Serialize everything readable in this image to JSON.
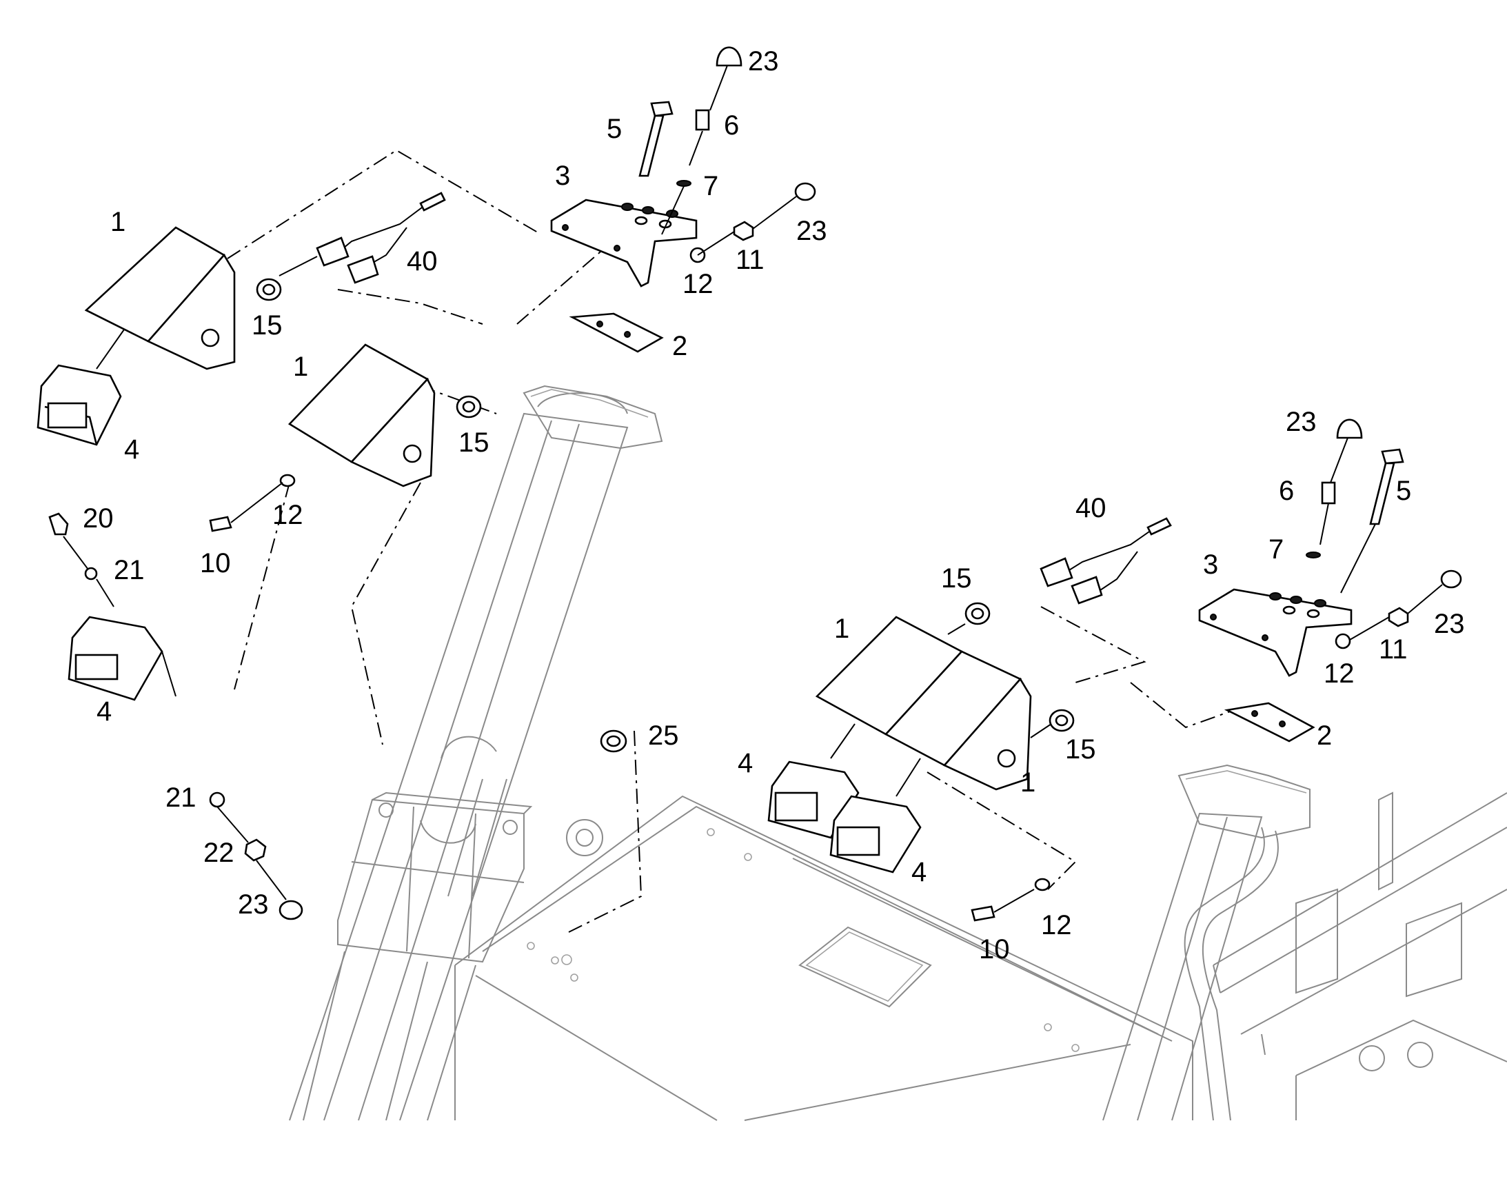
{
  "labels": {
    "l_23a": "23",
    "l_5a": "5",
    "l_6a": "6",
    "l_3a": "3",
    "l_7a": "7",
    "l_23b": "23",
    "l_11a": "11",
    "l_12a": "12",
    "l_2a": "2",
    "l_1a": "1",
    "l_15a": "15",
    "l_40a": "40",
    "l_4a": "4",
    "l_1b": "1",
    "l_15b": "15",
    "l_12b": "12",
    "l_10a": "10",
    "l_20": "20",
    "l_21a": "21",
    "l_4b": "4",
    "l_21b": "21",
    "l_22": "22",
    "l_23c": "23",
    "l_25": "25",
    "l_23d": "23",
    "l_6b": "6",
    "l_5b": "5",
    "l_40b": "40",
    "l_7b": "7",
    "l_3b": "3",
    "l_15c": "15",
    "l_23e": "23",
    "l_1c": "1",
    "l_11b": "11",
    "l_12c": "12",
    "l_2b": "2",
    "l_15d": "15",
    "l_4c": "4",
    "l_1d": "1",
    "l_4d": "4",
    "l_12d": "12",
    "l_10b": "10"
  },
  "colors": {
    "line": "#000000",
    "background_frame": "#8a8a8a",
    "page": "#ffffff"
  }
}
